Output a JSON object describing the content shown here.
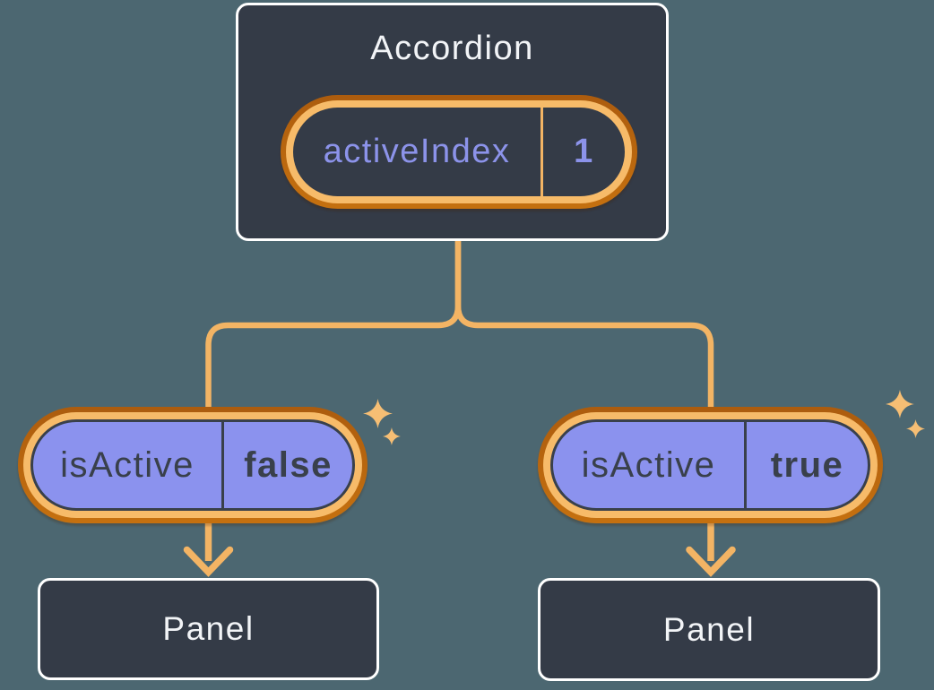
{
  "colors": {
    "background": "#4C6771",
    "card_bg": "#343B47",
    "card_border": "#FFFFFF",
    "title_text": "#F2F4F7",
    "accent_text": "#8C93EA",
    "pill_fill": "#8B92EE",
    "pill_ink": "#39404B",
    "ring_light": "#F7BB69",
    "ring_dark_top": "#AC5C0E",
    "ring_dark_bottom": "#C5700F",
    "connector": "#F3B464",
    "sparkle": "#F6BE74"
  },
  "root_card": {
    "title": "Accordion",
    "state_pill": {
      "label": "activeIndex",
      "value": "1"
    }
  },
  "children": [
    {
      "state_pill": {
        "label": "isActive",
        "value": "false"
      },
      "panel_label": "Panel"
    },
    {
      "state_pill": {
        "label": "isActive",
        "value": "true"
      },
      "panel_label": "Panel"
    }
  ]
}
